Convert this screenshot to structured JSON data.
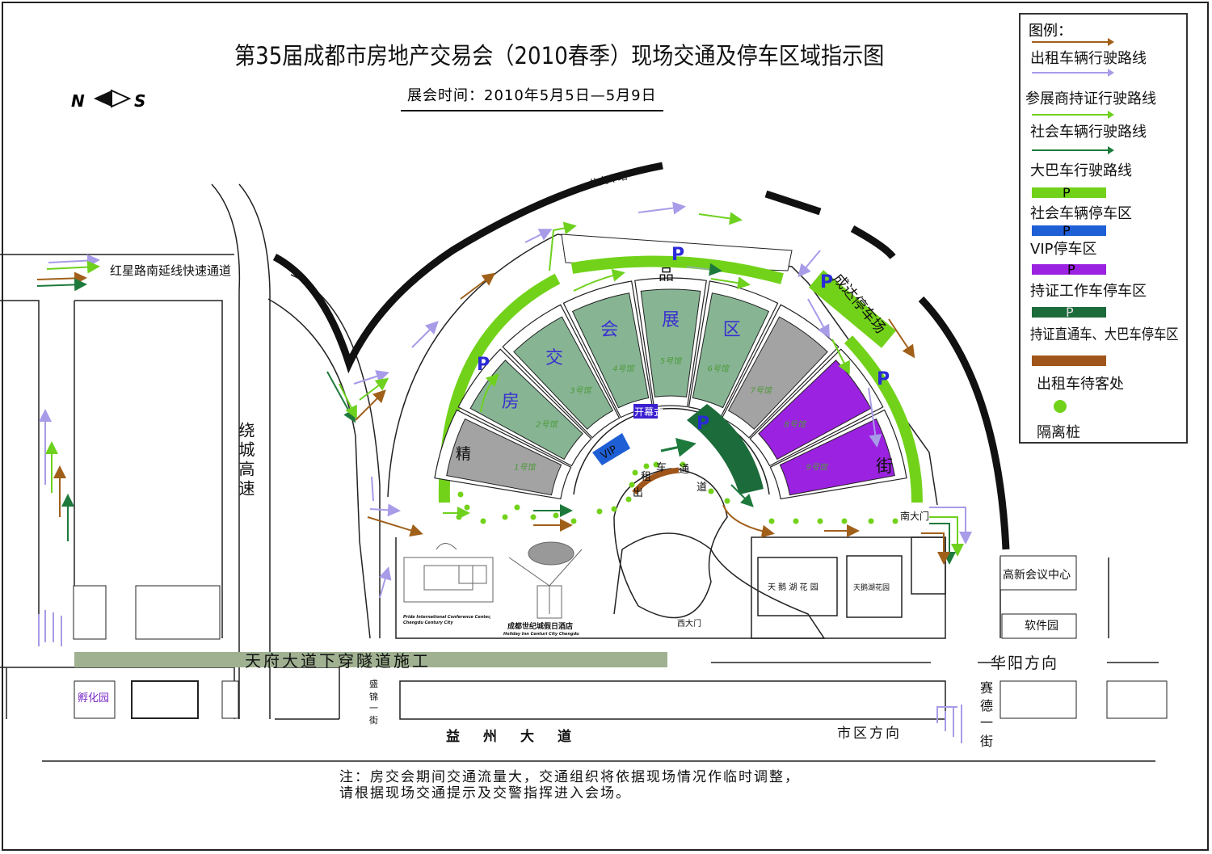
{
  "title": "第35届成都市房地产交易会（2010春季）现场交通及停车区域指示图",
  "exhibit_time": "展会时间：2010年5月5日—5月9日",
  "compass": {
    "north": "N",
    "south": "S"
  },
  "legend": {
    "title": "图例：",
    "items": [
      {
        "label": "出租车辆行驶路线",
        "type": "arrow",
        "color": "#a0601a"
      },
      {
        "label": "参展商持证行驶路线",
        "type": "arrow",
        "color": "#a89be8"
      },
      {
        "label": "社会车辆行驶路线",
        "type": "arrow",
        "color": "#6ed11e"
      },
      {
        "label": "大巴车行驶路线",
        "type": "arrow",
        "color": "#1e7a3c"
      },
      {
        "label": "社会车辆停车区",
        "type": "parking",
        "color": "#72d21a",
        "mark": "P"
      },
      {
        "label": "VIP停车区",
        "type": "parking",
        "color": "#1f5fd6",
        "mark": "P"
      },
      {
        "label": "持证工作车停车区",
        "type": "parking",
        "color": "#9b22e0",
        "mark": "P"
      },
      {
        "label": "持证直通车、大巴车停车区",
        "type": "parking",
        "color": "#1c6b3a",
        "mark": "P"
      },
      {
        "label": "出租车待客处",
        "type": "bar",
        "color": "#a0561a"
      },
      {
        "label": "隔离桩",
        "type": "dot",
        "color": "#72d21a"
      }
    ]
  },
  "halls": [
    {
      "label": "1号馆",
      "color": "#a3a3a3"
    },
    {
      "label": "2号馆",
      "color": "#87b594"
    },
    {
      "label": "3号馆",
      "color": "#87b594"
    },
    {
      "label": "4号馆",
      "color": "#87b594"
    },
    {
      "label": "5号馆",
      "color": "#87b594"
    },
    {
      "label": "6号馆",
      "color": "#87b594"
    },
    {
      "label": "7号馆",
      "color": "#a3a3a3"
    },
    {
      "label": "8号馆",
      "color": "#9b22e0"
    },
    {
      "label": "9号馆",
      "color": "#9b22e0"
    }
  ],
  "hall_area_chars": [
    "房",
    "交",
    "会",
    "展",
    "区"
  ],
  "places": {
    "bus_station": "公交车站",
    "hongxing_road": "红星路南延线快速通道",
    "ring_highway": "绕城高速",
    "tianfu_tunnel": "天府大道下穿隧道施工",
    "chengda_parking": "成达停车场",
    "pin": "品",
    "jing": "精",
    "jie": "街",
    "parking_mark": "P",
    "opening": "开幕式",
    "vip": "VIP",
    "taxi_lane": [
      "出",
      "租",
      "车",
      "通",
      "道"
    ],
    "south_gate": "南大门",
    "west_gate": "西大门",
    "swan_garden_1": "天 鹅 湖 花 园",
    "swan_garden_2": "天鹅湖花园",
    "hotel_cn": "成都世纪城假日酒店",
    "hotel_en": "Holiday Inn Centuri City Chengdu",
    "conf_center_en_1": "Pride International Conference Center,",
    "conf_center_en_2": "Chengdu Century City",
    "hightech_center": "高新会议中心",
    "software_park": "软件园",
    "huayang": "华阳方向",
    "incubator": "孵化园",
    "shengjin": [
      "盛",
      "锦",
      "一",
      "街"
    ],
    "yizhou": "益　州　大　道",
    "city_direction": "市区方向",
    "saide": [
      "赛",
      "德",
      "一",
      "街"
    ]
  },
  "note": {
    "line1": "注：房交会期间交通流量大，交通组织将依据现场情况作临时调整，",
    "line2": "请根据现场交通提示及交警指挥进入会场。"
  }
}
